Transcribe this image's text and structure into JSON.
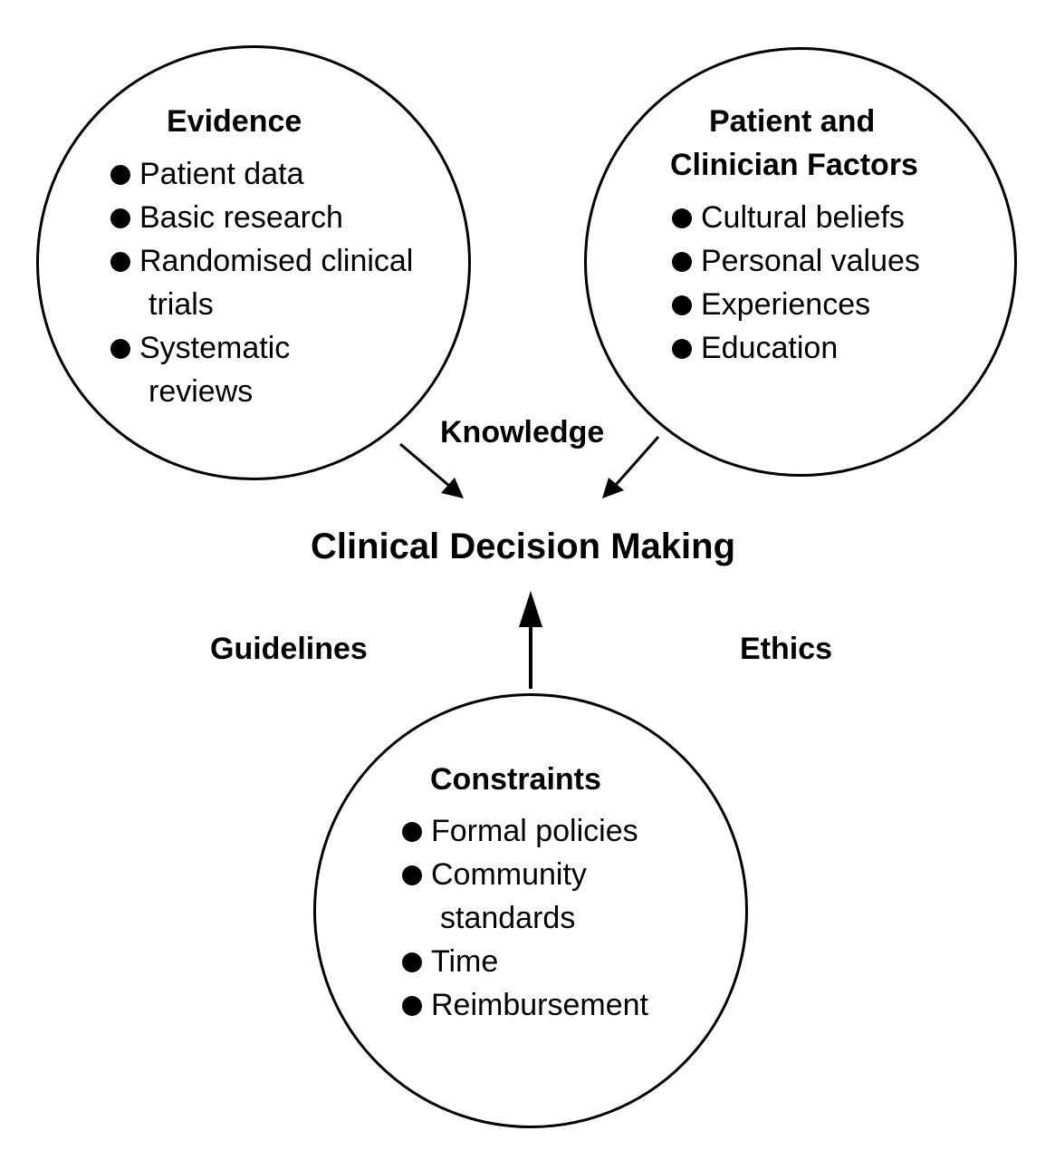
{
  "evidence": {
    "title": "Evidence",
    "items": [
      {
        "line1": "Patient data",
        "line2": ""
      },
      {
        "line1": "Basic research",
        "line2": ""
      },
      {
        "line1": "Randomised clinical",
        "line2": "trials"
      },
      {
        "line1": "Systematic",
        "line2": "reviews"
      }
    ]
  },
  "factors": {
    "title_line1": "Patient and",
    "title_line2": "Clinician Factors",
    "items": [
      {
        "line1": "Cultural beliefs",
        "line2": ""
      },
      {
        "line1": "Personal values",
        "line2": ""
      },
      {
        "line1": "Experiences",
        "line2": ""
      },
      {
        "line1": "Education",
        "line2": ""
      }
    ]
  },
  "constraints": {
    "title": "Constraints",
    "items": [
      {
        "line1": "Formal policies",
        "line2": ""
      },
      {
        "line1": "Community",
        "line2": "standards"
      },
      {
        "line1": "Time",
        "line2": ""
      },
      {
        "line1": "Reimbursement",
        "line2": ""
      }
    ]
  },
  "labels": {
    "knowledge": "Knowledge",
    "center": "Clinical Decision Making",
    "guidelines": "Guidelines",
    "ethics": "Ethics"
  }
}
